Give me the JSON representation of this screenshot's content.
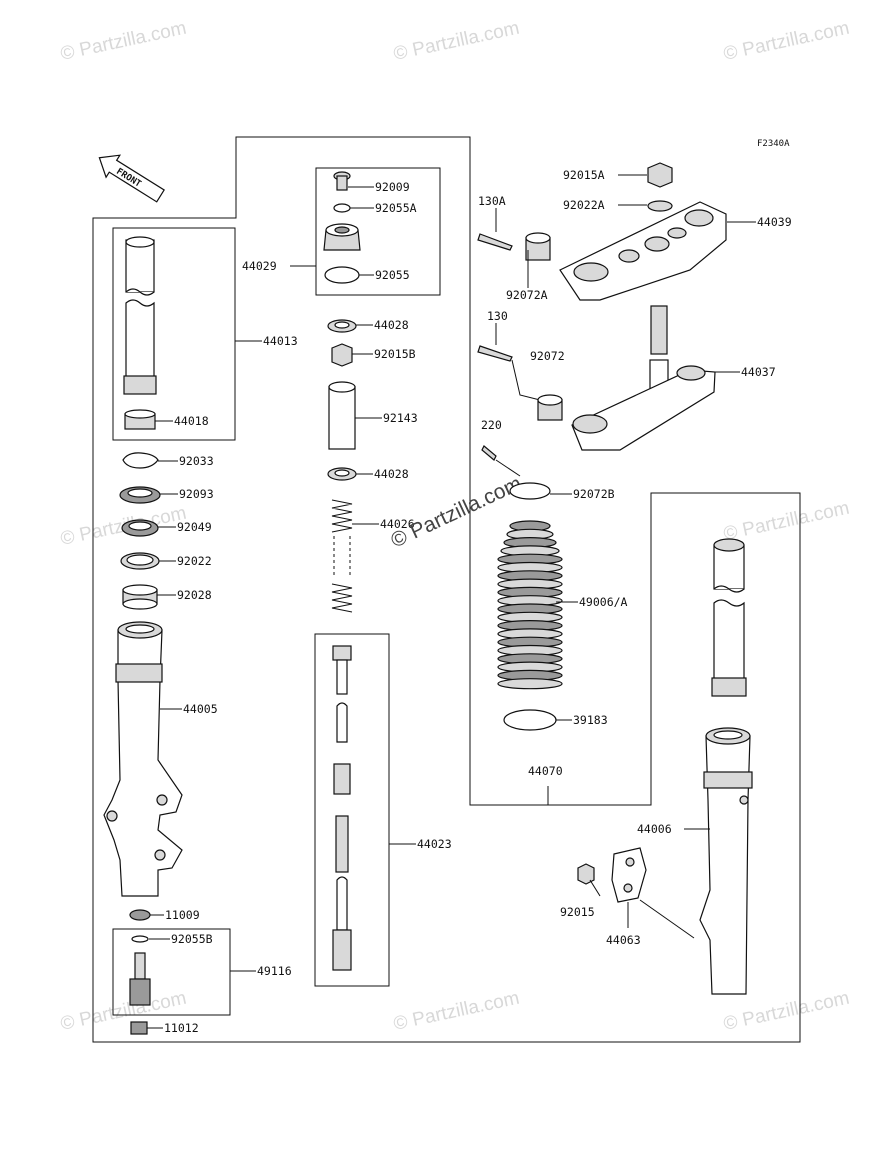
{
  "diagram": {
    "ref_code": "F2340A",
    "front_arrow_label": "FRONT",
    "watermark_text": "© Partzilla.com",
    "center_watermark": "© Partzilla.com"
  },
  "labels": {
    "p92009": "92009",
    "p92055A": "92055A",
    "p44029": "44029",
    "p92055": "92055",
    "p44028a": "44028",
    "p92015B": "92015B",
    "p92143": "92143",
    "p44028b": "44028",
    "p44026": "44026",
    "p44013": "44013",
    "p44018": "44018",
    "p92033": "92033",
    "p92093": "92093",
    "p92049": "92049",
    "p92022": "92022",
    "p92028": "92028",
    "p44005": "44005",
    "p11009": "11009",
    "p92055B": "92055B",
    "p49116": "49116",
    "p11012": "11012",
    "p44023": "44023",
    "p92015A": "92015A",
    "p92022A": "92022A",
    "p130A": "130A",
    "p44039": "44039",
    "p92072A": "92072A",
    "p130": "130",
    "p92072": "92072",
    "p44037": "44037",
    "p220": "220",
    "p92072B": "92072B",
    "p49006A": "49006/A",
    "p39183": "39183",
    "p44070": "44070",
    "p44006": "44006",
    "p92015": "92015",
    "p44063": "44063"
  }
}
